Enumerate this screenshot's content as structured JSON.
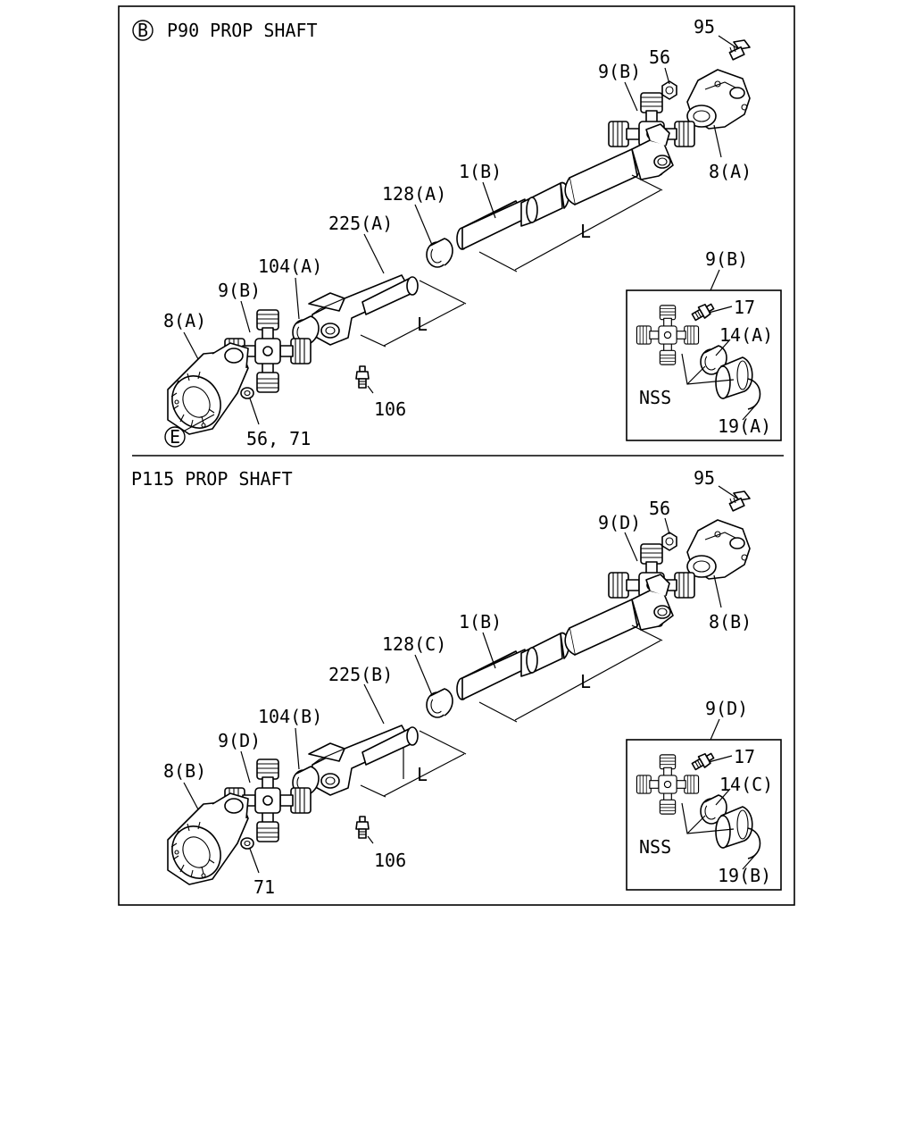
{
  "panels": [
    {
      "title": "P90 PROP SHAFT",
      "badge": "B",
      "callouts": {
        "bolt": "95",
        "nut": "56",
        "cross_upper": "9(B)",
        "yoke_upper": "8(A)",
        "shaft": "1(B)",
        "boot": "128(A)",
        "slip_yoke": "225(A)",
        "seal": "104(A)",
        "cross_lower": "9(B)",
        "flange": "8(A)",
        "fitting": "106",
        "washer": "56, 71",
        "flange_ref": "E",
        "length_upper": "L",
        "length_lower": "L"
      },
      "inset": {
        "title": "9(B)",
        "fitting": "17",
        "bearing": "14(A)",
        "clip": "19(A)",
        "nss": "NSS"
      }
    },
    {
      "title": "P115 PROP SHAFT",
      "badge": "",
      "callouts": {
        "bolt": "95",
        "nut": "56",
        "cross_upper": "9(D)",
        "yoke_upper": "8(B)",
        "shaft": "1(B)",
        "boot": "128(C)",
        "slip_yoke": "225(B)",
        "seal": "104(B)",
        "cross_lower": "9(D)",
        "flange": "8(B)",
        "fitting": "106",
        "washer": "71",
        "flange_ref": "",
        "length_upper": "L",
        "length_lower": "L"
      },
      "inset": {
        "title": "9(D)",
        "fitting": "17",
        "bearing": "14(C)",
        "clip": "19(B)",
        "nss": "NSS"
      }
    }
  ]
}
